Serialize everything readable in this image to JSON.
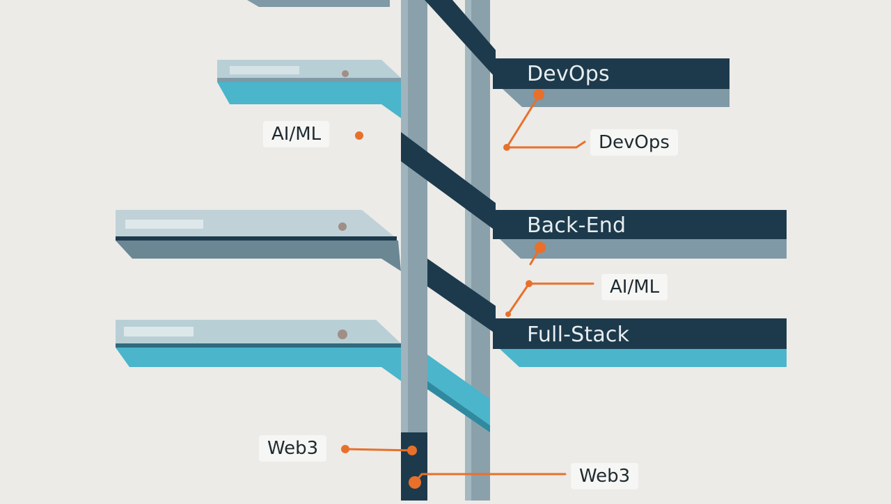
{
  "labels": {
    "bar_devops": "DevOps",
    "bar_backend": "Back-End",
    "bar_fullstack": "Full-Stack",
    "callout_ai_ml_left": "AI/ML",
    "callout_devops_right": "DevOps",
    "callout_ai_ml_right": "AI/ML",
    "callout_web3_left": "Web3",
    "callout_web3_right": "Web3"
  },
  "colors": {
    "background": "#ecebe8",
    "navy": "#1d3a4c",
    "teal": "#4bb5cb",
    "slate": "#7f99a6",
    "light_slate": "#b9cfd6",
    "accent_orange": "#e8702a"
  }
}
